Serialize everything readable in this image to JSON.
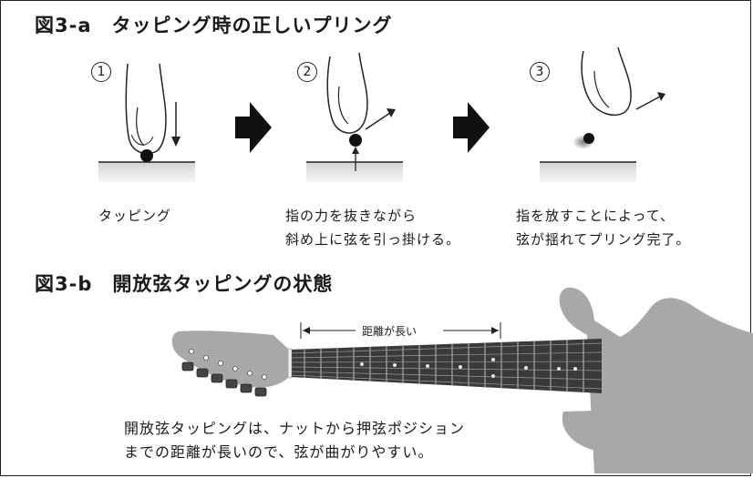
{
  "figure_a": {
    "heading": "図3-a　タッピング時の正しいプリング",
    "steps": [
      {
        "number": "1",
        "caption_lines": [
          "タッピング"
        ]
      },
      {
        "number": "2",
        "caption_lines": [
          "指の力を抜きながら",
          "斜め上に弦を引っ掛ける。"
        ]
      },
      {
        "number": "3",
        "caption_lines": [
          "指を放すことによって、",
          "弦が揺れてプリング完了。"
        ]
      }
    ]
  },
  "figure_b": {
    "heading": "図3-b　開放弦タッピングの状態",
    "distance_label": "距離が長い",
    "caption_lines": [
      "開放弦タッピングは、ナットから押弦ポジション",
      "までの距離が長いので、弦が曲がりやすい。"
    ]
  }
}
